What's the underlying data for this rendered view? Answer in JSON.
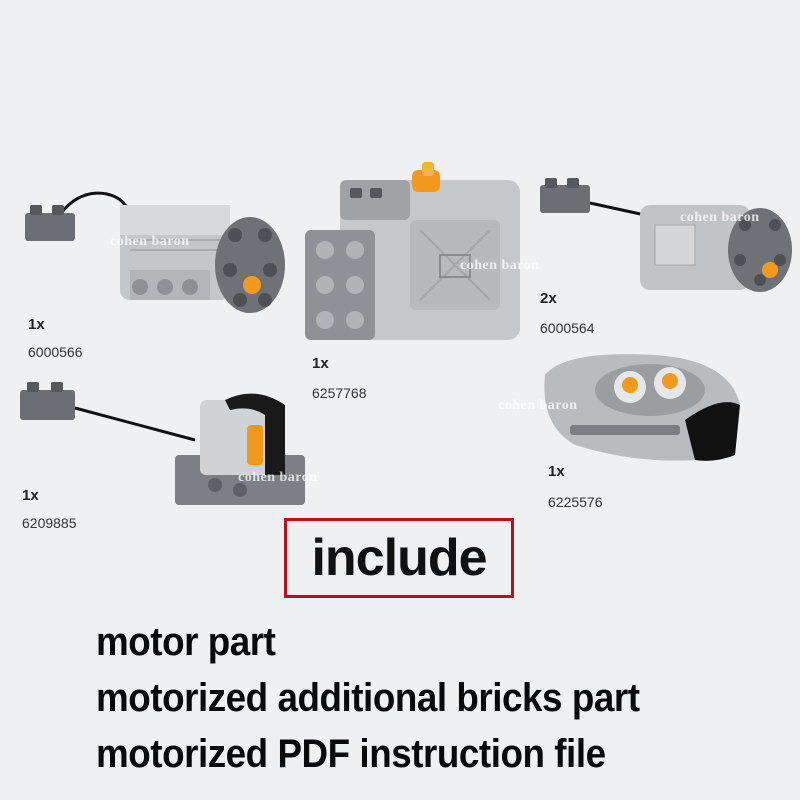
{
  "parts": [
    {
      "id": "xl-motor",
      "qty": "1x",
      "code": "6000566"
    },
    {
      "id": "battery-box",
      "qty": "1x",
      "code": "6257768"
    },
    {
      "id": "m-motor",
      "qty": "2x",
      "code": "6000564"
    },
    {
      "id": "receiver",
      "qty": "1x",
      "code": "6209885"
    },
    {
      "id": "remote",
      "qty": "1x",
      "code": "6225576"
    }
  ],
  "watermark": "cohen baron",
  "include_label": "include",
  "description_lines": [
    "motor part",
    "motorized additional bricks part",
    "motorized PDF instruction file"
  ],
  "colors": {
    "background": "#eef0f2",
    "box_border": "#b0141c",
    "part_gray": "#bfc3c6",
    "part_dark": "#6e7276",
    "accent_orange": "#f39a1e"
  }
}
